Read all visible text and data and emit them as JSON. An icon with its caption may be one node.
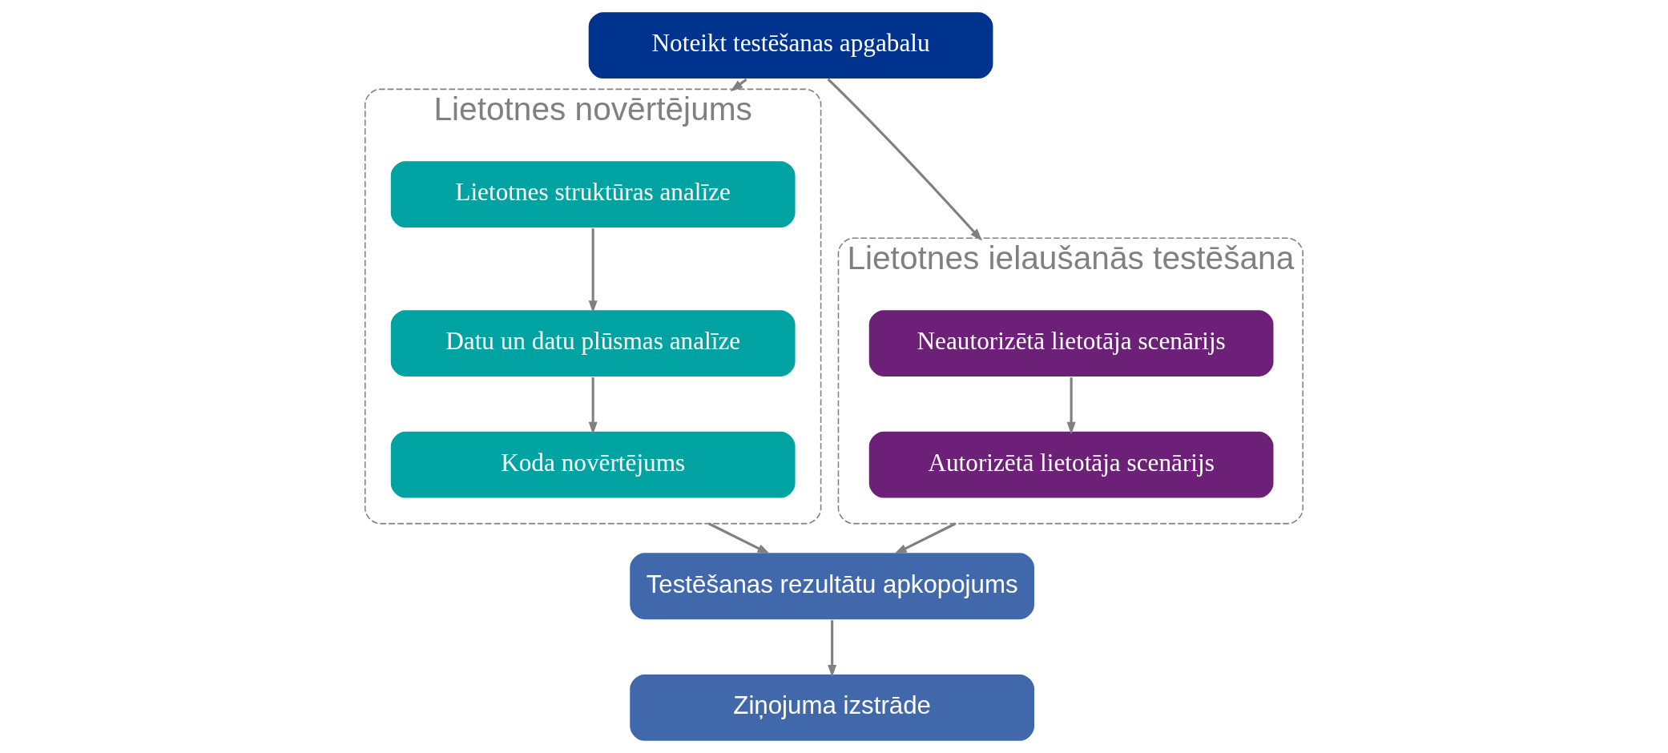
{
  "diagram": {
    "nodes": [
      {
        "text": [
          "Noteikt testēšanas apgabalu"
        ]
      },
      {
        "text": [
          "Lietotnes novērtējums"
        ]
      },
      {
        "text": [
          "Lietotnes struktūras analīze"
        ],
        "in": 1
      },
      {
        "text": [
          "Datu un datu plūsmas analīze"
        ],
        "in": 1
      },
      {
        "text": [
          "Koda novērtējums"
        ],
        "in": 1
      },
      {
        "text": [
          "Lietotnes ielaušanās testēšana"
        ]
      },
      {
        "text": [
          "Neautorizētā lietotāja scenārijs"
        ],
        "in": 5
      },
      {
        "text": [
          "Autorizētā lietotāja scenārijs"
        ],
        "in": 5
      },
      {
        "text": [
          "Testēšanas rezultātu apkopojums"
        ]
      },
      {
        "text": [
          "Ziņojuma izstrāde"
        ]
      }
    ],
    "edges": [
      {
        "from": 0,
        "to": 1,
        "arrow": "to"
      },
      {
        "from": 0,
        "to": 5,
        "arrow": "to"
      },
      {
        "from": 2,
        "to": 3,
        "arrow": "to"
      },
      {
        "from": 3,
        "to": 4,
        "arrow": "to"
      },
      {
        "from": 6,
        "to": 7,
        "arrow": "to"
      },
      {
        "from": 1,
        "to": 8,
        "arrow": "to"
      },
      {
        "from": 5,
        "to": 8,
        "arrow": "to"
      },
      {
        "from": 8,
        "to": 9,
        "arrow": "to"
      }
    ]
  }
}
